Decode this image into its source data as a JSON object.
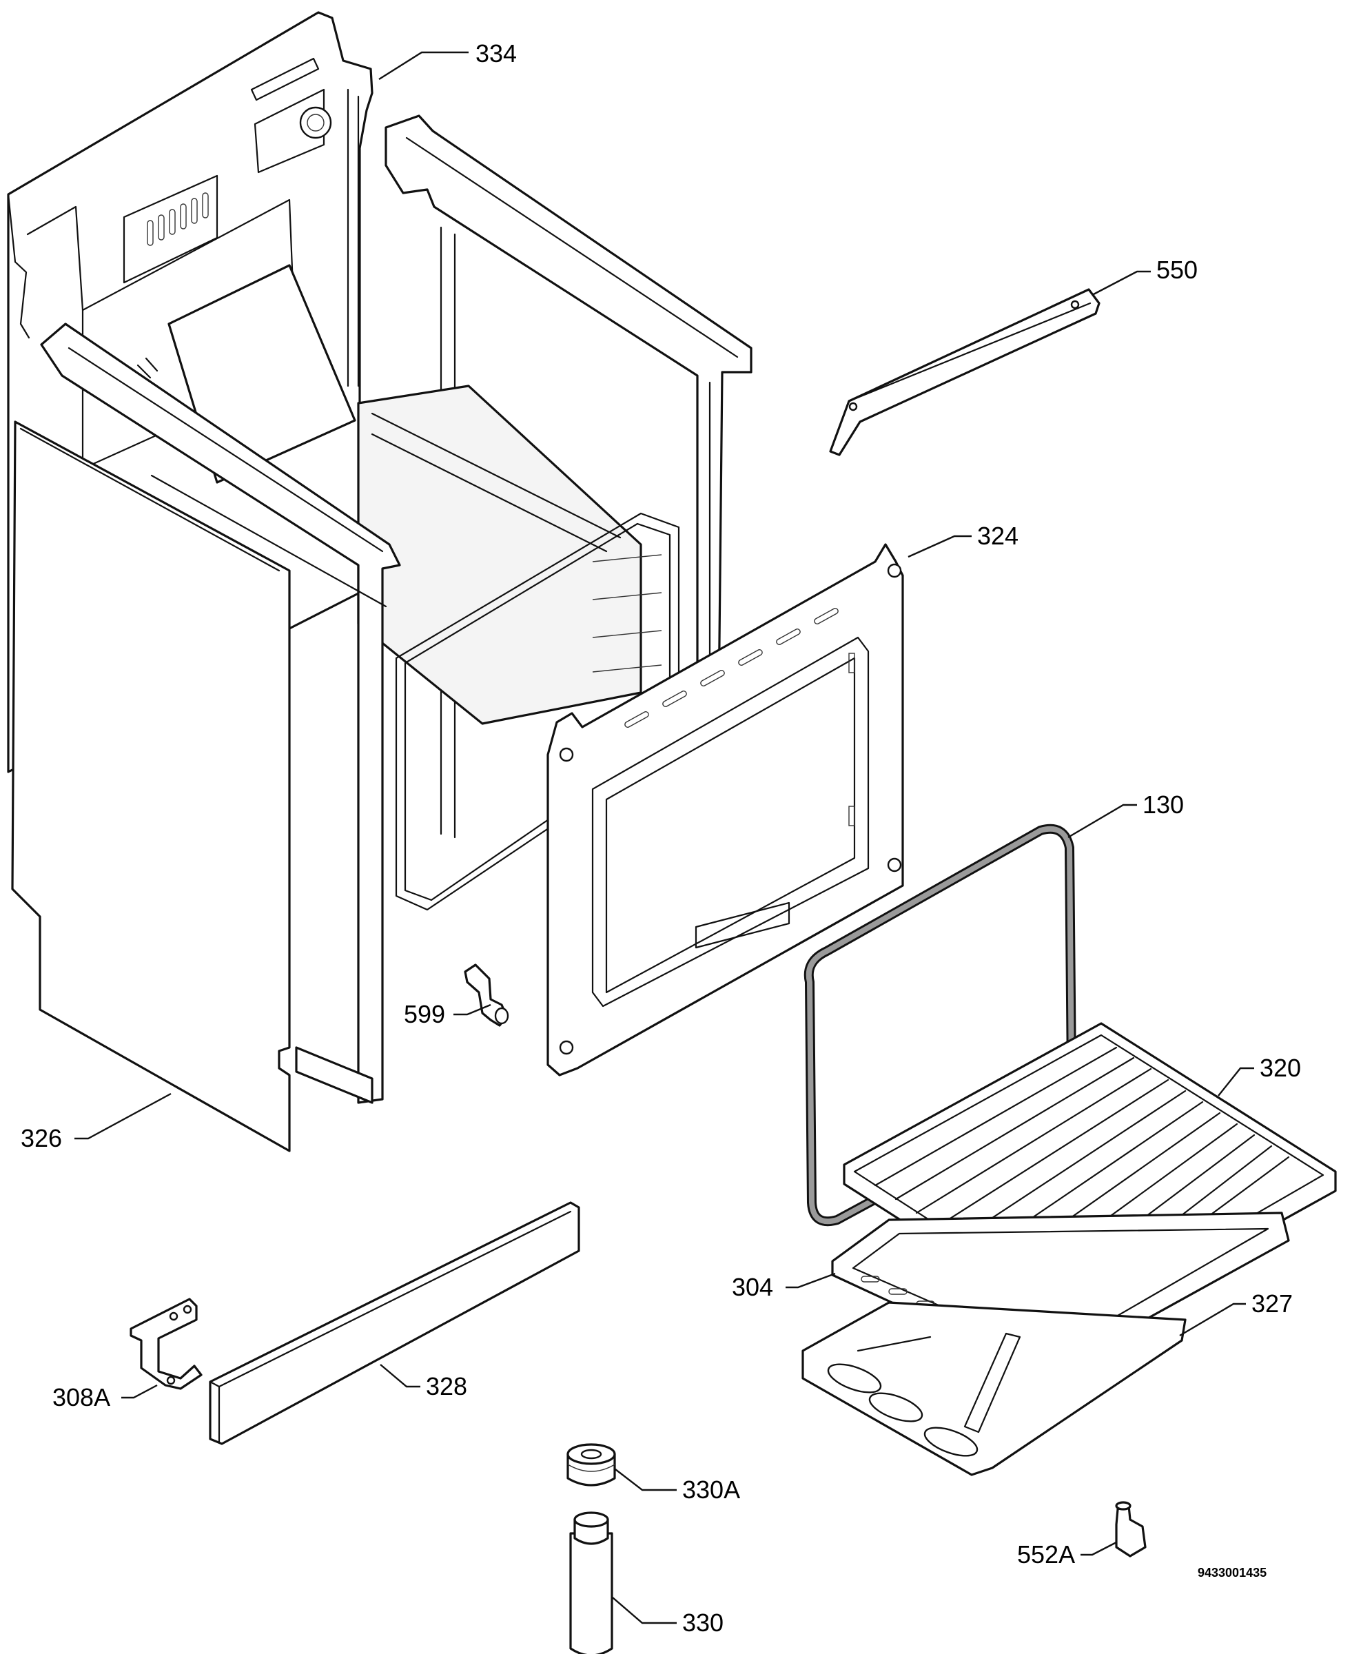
{
  "callouts": {
    "p334": "334",
    "p550": "550",
    "p324": "324",
    "p130": "130",
    "p599": "599",
    "p320": "320",
    "p326": "326",
    "p304": "304",
    "p327": "327",
    "p308a": "308A",
    "p328": "328",
    "p330a": "330A",
    "p552a": "552A",
    "p330": "330"
  },
  "document_number": "9433001435",
  "colors": {
    "line": "#111111",
    "background": "#ffffff",
    "gasket_fill": "#9a9a9a"
  }
}
